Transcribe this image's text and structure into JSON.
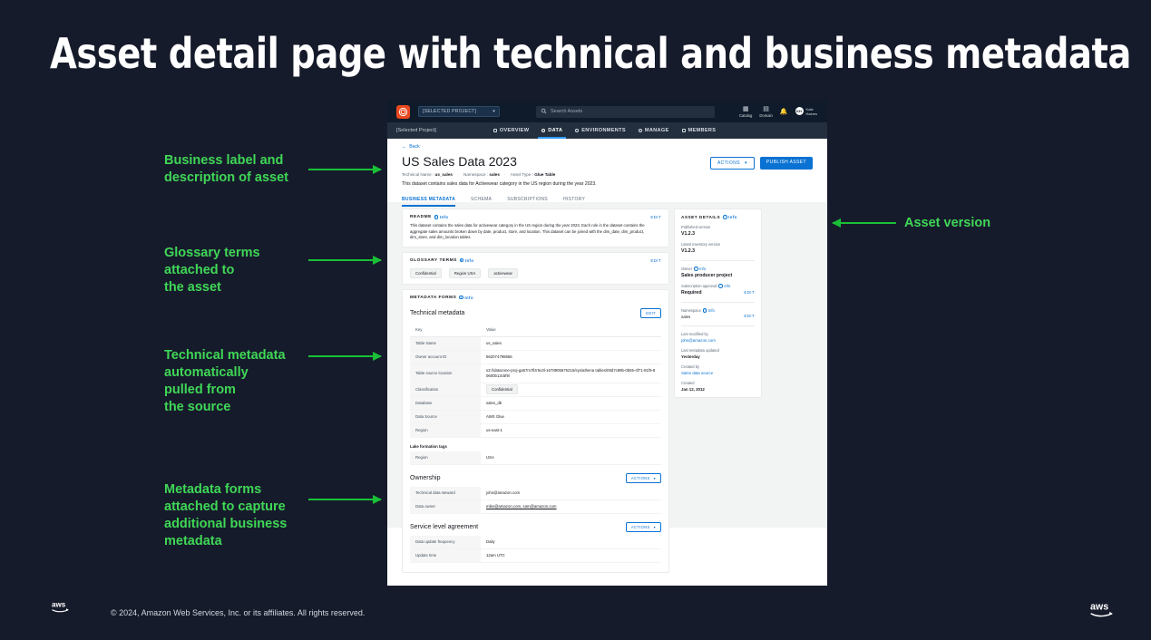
{
  "slide": {
    "title": "Asset detail page with technical and business metadata",
    "accent_green": "#3FD756",
    "background": "#161B2B"
  },
  "annotations": [
    {
      "id": "business-label",
      "text": "Business label and\ndescription of asset"
    },
    {
      "id": "glossary-terms",
      "text": "Glossary terms\nattached to\nthe asset"
    },
    {
      "id": "technical-metadata",
      "text": "Technical metadata\nautomatically\npulled from\nthe source"
    },
    {
      "id": "metadata-forms",
      "text": "Metadata forms\nattached to capture\nadditional business\nmetadata"
    },
    {
      "id": "asset-version",
      "text": "Asset version"
    }
  ],
  "topnav": {
    "project_selector": "[SELECTED PROJECT]",
    "search_placeholder": "Search Assets",
    "catalog_label": "Catalog",
    "domain_label": "Domain",
    "user_name": "Kate\nHaines",
    "avatar_initials": "KH"
  },
  "subnav": {
    "project": "[Selected Project]",
    "tabs": [
      {
        "label": "OVERVIEW",
        "active": false
      },
      {
        "label": "DATA",
        "active": true
      },
      {
        "label": "ENVIRONMENTS",
        "active": false
      },
      {
        "label": "MANAGE",
        "active": false
      },
      {
        "label": "MEMBERS",
        "active": false
      }
    ]
  },
  "page": {
    "back_label": "Back",
    "title": "US Sales Data 2023",
    "meta": {
      "technical_name_label": "Technical Name :",
      "technical_name_value": "us_sales",
      "namespace_label": "Namespace :",
      "namespace_value": "sales",
      "asset_type_label": "Asset Type :",
      "asset_type_value": "Glue Table"
    },
    "description": "This dataset contains sales data for Activewear category in the US region during the year 2023.",
    "actions_button": "ACTIONS",
    "publish_button": "PUBLISH ASSET",
    "tabs": [
      {
        "label": "BUSINESS METADATA",
        "active": true
      },
      {
        "label": "SCHEMA",
        "active": false
      },
      {
        "label": "SUBSCRIPTIONS",
        "active": false
      },
      {
        "label": "HISTORY",
        "active": false
      }
    ]
  },
  "readme": {
    "title": "README",
    "info_label": "Info",
    "edit_label": "EDIT",
    "body": "This dataset contains the sales data for activewear category in the US region during the year 2023. Each role in the dataset contains the aggregate sales amounts broken down by date, product, store, and location. This dataset can be joined with the dim_date, dim_product, dim_store, and dim_location tables."
  },
  "glossary": {
    "title": "GLOSSARY TERMS",
    "info_label": "Info",
    "edit_label": "EDIT",
    "terms": [
      "Confidential",
      "Region USA",
      "activewear"
    ]
  },
  "metadata_forms": {
    "title": "METADATA FORMS",
    "info_label": "Info",
    "technical": {
      "heading": "Technical metadata",
      "edit_label": "EDIT",
      "columns": [
        "Key",
        "Value"
      ],
      "rows": [
        {
          "key": "Table Name",
          "value": "us_sales",
          "type": "text"
        },
        {
          "key": "Owner account ID",
          "value": "562074798556",
          "type": "text"
        },
        {
          "key": "Table source location",
          "value": "s3://datazone-proj-ga57m7llzr5v3l-1678905675215/sys/athena tables/09d7c89b-0b55-4f71-81f9-80600b13c5f9/",
          "type": "text"
        },
        {
          "key": "Classification",
          "value": "Confidential",
          "type": "chip"
        },
        {
          "key": "Database",
          "value": "sales_db",
          "type": "text"
        },
        {
          "key": "Data Source",
          "value": "AWS Glue",
          "type": "text"
        },
        {
          "key": "Region",
          "value": "us-east-1",
          "type": "text"
        }
      ],
      "subsection_title": "Lake formation tags",
      "subsection_rows": [
        {
          "key": "Region",
          "value": "USA",
          "type": "text"
        }
      ]
    },
    "ownership": {
      "heading": "Ownership",
      "actions_label": "ACTIONS",
      "rows": [
        {
          "key": "Technical data steward",
          "value": "john@amazon.com",
          "type": "text"
        },
        {
          "key": "Data owner",
          "value": "mike@amazon.com, sam@amazon.com",
          "type": "link"
        }
      ]
    },
    "sla": {
      "heading": "Service level agreement",
      "actions_label": "ACTIONS",
      "rows": [
        {
          "key": "Data update frequency",
          "value": "Daily",
          "type": "text"
        },
        {
          "key": "Update time",
          "value": "12am UTC",
          "type": "text"
        }
      ]
    }
  },
  "asset_details": {
    "title": "ASSET DETAILS",
    "info_label": "Info",
    "edit_label": "EDIT",
    "published_version_label": "Published version",
    "published_version_value": "V1.2.3",
    "latest_inventory_label": "Latest inventory version",
    "latest_inventory_value": "V1.2.3",
    "owner_label": "Owner",
    "owner_value": "Sales producer project",
    "subscription_label": "Subscription approval",
    "subscription_value": "Required",
    "namespace_label": "Namespace",
    "namespace_value": "sales",
    "last_modified_by_label": "Last modified by",
    "last_modified_by_value": "john@amazon.com",
    "last_metadata_label": "Last metadata updated",
    "last_metadata_value": "Yesterday",
    "created_by_label": "Created by",
    "created_by_value": "Sales data source",
    "created_label": "Created",
    "created_value": "Jan 12, 2012"
  },
  "footer": {
    "copyright": "© 2024, Amazon Web Services, Inc. or its affiliates. All rights reserved."
  }
}
